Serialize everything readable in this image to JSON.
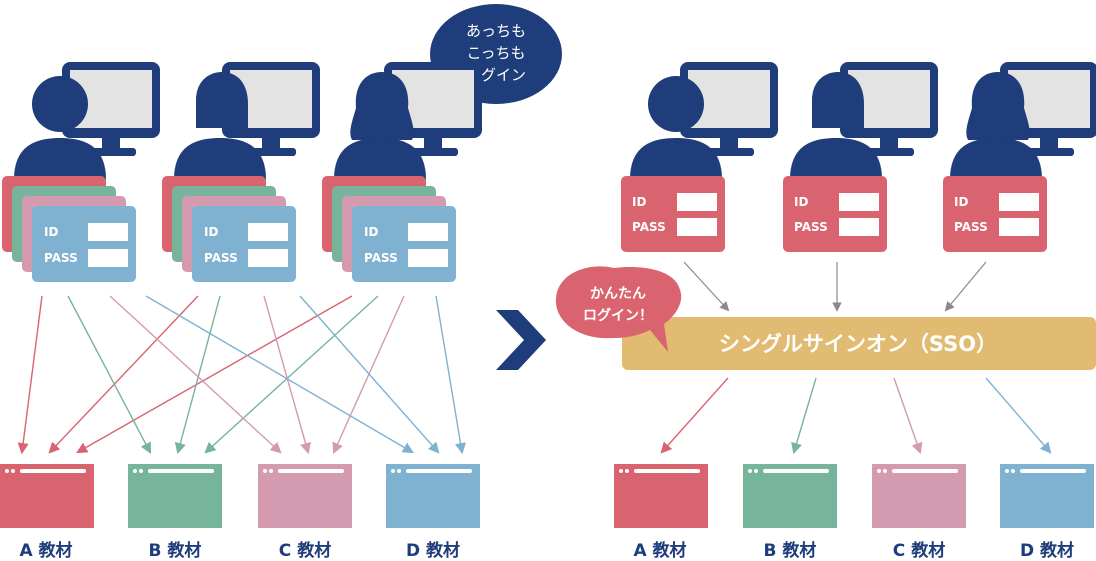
{
  "colors": {
    "navy": "#1f3d7a",
    "screen": "#e3e3e3",
    "red": "#d9636e",
    "green": "#76b49b",
    "pink": "#d49aaf",
    "blue": "#7fb2d0",
    "sso": "#e1bb72",
    "arrow_gray": "#8a8a8a"
  },
  "left": {
    "bubble_lines": [
      "あっちも",
      "こっちも",
      "ログイン"
    ],
    "card_id": "ID",
    "card_pass": "PASS",
    "materials": [
      "A 教材",
      "B 教材",
      "C 教材",
      "D 教材"
    ]
  },
  "right": {
    "bubble_lines": [
      "かんたん",
      "ログイン！"
    ],
    "card_id": "ID",
    "card_pass": "PASS",
    "sso_label": "シングルサインオン（SSO）",
    "materials": [
      "A 教材",
      "B 教材",
      "C 教材",
      "D 教材"
    ]
  },
  "icons": {
    "divider": "chevron-right-icon",
    "user": "person-icon",
    "monitor": "monitor-icon",
    "browser": "browser-window-icon"
  }
}
